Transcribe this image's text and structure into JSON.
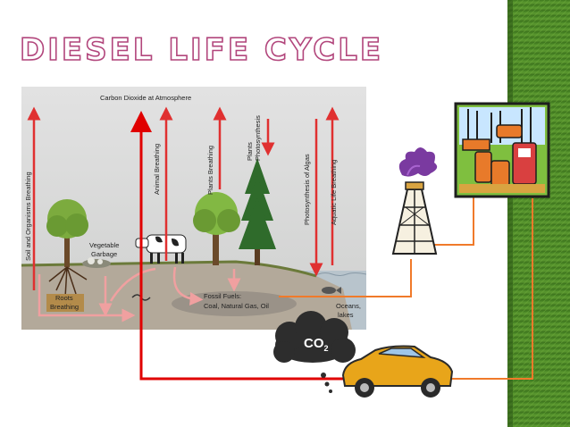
{
  "title": "Diesel Life Cycle",
  "diagram": {
    "atmosphere_label": "Carbon Dioxide at Atmosphere",
    "soil_breathing": "Soil and Organisms Breathing",
    "animal_breathing": "Animal Breathing",
    "plants_breathing": "Plants Breathing",
    "plants_photosynthesis_1": "Plants",
    "plants_photosynthesis_2": "Photosynthesis",
    "algae_photosynthesis": "Photosynthesis of Algas",
    "aquatic_breathing": "Aquatic Life Breathing",
    "vegetable_garbage_1": "Vegetable",
    "vegetable_garbage_2": "Garbage",
    "roots_breathing_1": "Roots",
    "roots_breathing_2": "Breathing",
    "fossil_fuels_1": "Fossil Fuels:",
    "fossil_fuels_2": "Coal, Natural Gas, Oil",
    "oceans_1": "Oceans,",
    "oceans_2": "lakes"
  },
  "cloud": {
    "main": "CO",
    "sub": "2"
  },
  "colors": {
    "title_outline": "#b2467c",
    "arrow_red": "#e03030",
    "flow_line_red": "#e00000",
    "flow_line_orange": "#f07a2a",
    "band_green": "#4f8a2a"
  }
}
